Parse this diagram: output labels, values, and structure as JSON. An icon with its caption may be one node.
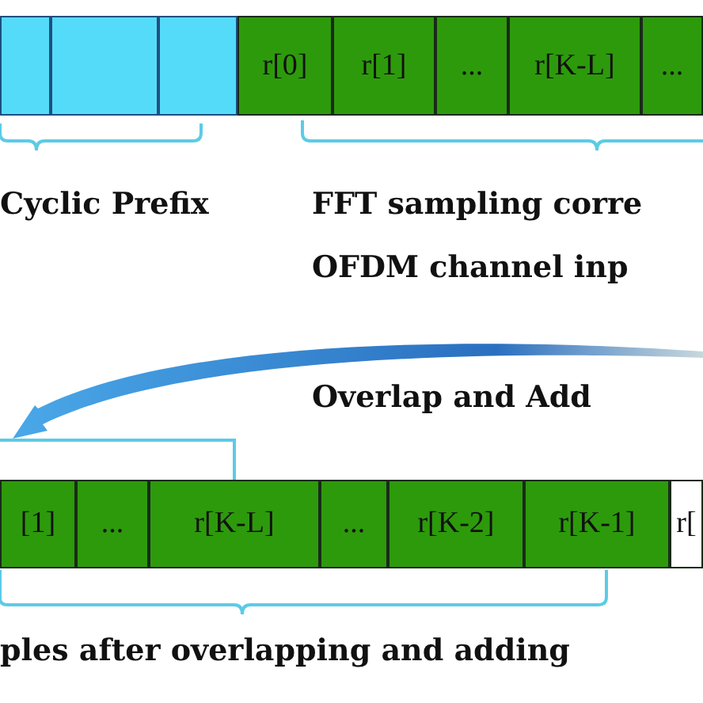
{
  "diagram": {
    "nodes": [
      {
        "text": [],
        "shape": "box"
      },
      {
        "text": [],
        "shape": "box"
      },
      {
        "text": [],
        "shape": "box"
      },
      {
        "text": [
          "r[0]"
        ]
      },
      {
        "text": [
          "r[1]"
        ]
      },
      {
        "text": [
          "..."
        ]
      },
      {
        "text": [
          "r[K-L]"
        ]
      },
      {
        "text": [
          "..."
        ]
      },
      {
        "text": [
          "[1]"
        ]
      },
      {
        "text": [
          "..."
        ]
      },
      {
        "text": [
          "r[K-L]"
        ]
      },
      {
        "text": [
          "..."
        ]
      },
      {
        "text": [
          "r[K-2]"
        ]
      },
      {
        "text": [
          "r[K-1]"
        ]
      },
      {
        "text": [
          "r["
        ]
      }
    ],
    "edges": [],
    "labels": [
      "Cyclic Prefix",
      "FFT sampling corre",
      "OFDM channel inp",
      "Overlap and Add",
      "ples after overlapping and adding"
    ]
  }
}
